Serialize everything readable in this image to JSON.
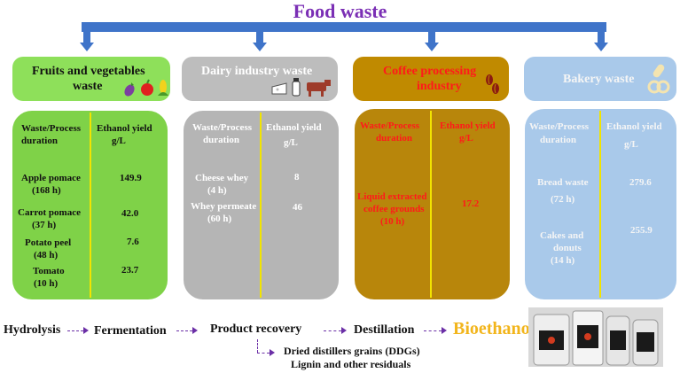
{
  "title": "Food waste",
  "categories": [
    {
      "id": "fruits",
      "line1": "Fruits and vegetables",
      "line2": "waste",
      "color": "#8ee05a",
      "text_color": "#111111",
      "panel_color": "#7fd248",
      "header_left": [
        "Waste/Process",
        "duration"
      ],
      "header_right": [
        "Ethanol yield",
        "g/L"
      ],
      "rows": [
        {
          "name": [
            "Apple pomace",
            "(168 h)"
          ],
          "value": "149.9"
        },
        {
          "name": [
            "Carrot pomace",
            "(37 h)"
          ],
          "value": "42.0"
        },
        {
          "name": [
            "Potato peel",
            "(48 h)"
          ],
          "value": "7.6"
        },
        {
          "name": [
            "Tomato",
            "(10 h)"
          ],
          "value": "23.7"
        }
      ]
    },
    {
      "id": "dairy",
      "line1": "Dairy industry waste",
      "line2": "",
      "color": "#bdbdbd",
      "text_color": "#ffffff",
      "panel_color": "#b5b5b5",
      "header_left": [
        "Waste/Process",
        "duration"
      ],
      "header_right": [
        "Ethanol yield",
        "g/L"
      ],
      "rows": [
        {
          "name": [
            "Cheese whey",
            "(4 h)"
          ],
          "value": "8"
        },
        {
          "name": [
            "Whey permeate",
            "(60 h)"
          ],
          "value": "46"
        }
      ]
    },
    {
      "id": "coffee",
      "line1": "Coffee processing",
      "line2": "industry",
      "color": "#c08a00",
      "text_color": "#ff1a1a",
      "panel_color": "#b8860b",
      "header_left": [
        "Waste/Process",
        "duration"
      ],
      "header_right": [
        "Ethanol yield",
        "g/L"
      ],
      "rows": [
        {
          "name": [
            "Liquid extracted",
            "coffee grounds",
            "(10 h)"
          ],
          "value": "17.2"
        }
      ]
    },
    {
      "id": "bakery",
      "line1": "Bakery waste",
      "line2": "",
      "color": "#a9c9ea",
      "text_color": "#f5f5f5",
      "panel_color": "#a9c9ea",
      "header_left": [
        "Waste/Process",
        "duration"
      ],
      "header_right": [
        "Ethanol yield",
        "g/L"
      ],
      "rows": [
        {
          "name": [
            "Bread waste",
            "",
            "(72 h)"
          ],
          "value": "279.6"
        },
        {
          "name": [
            "Cakes and",
            "donuts",
            "(14 h)"
          ],
          "value": "255.9"
        }
      ]
    }
  ],
  "process": {
    "steps": [
      "Hydrolysis",
      "Fermentation",
      "Product recovery",
      "Destillation"
    ],
    "final": "Bioethanol",
    "byproducts": [
      "Dried distillers grains (DDGs)",
      "Lignin and other residuals"
    ]
  },
  "colors": {
    "title": "#7b2fb5",
    "arrows": "#3f74c9",
    "bioethanol": "#f2b51c",
    "flow_arrows": "#6b2fa6"
  }
}
